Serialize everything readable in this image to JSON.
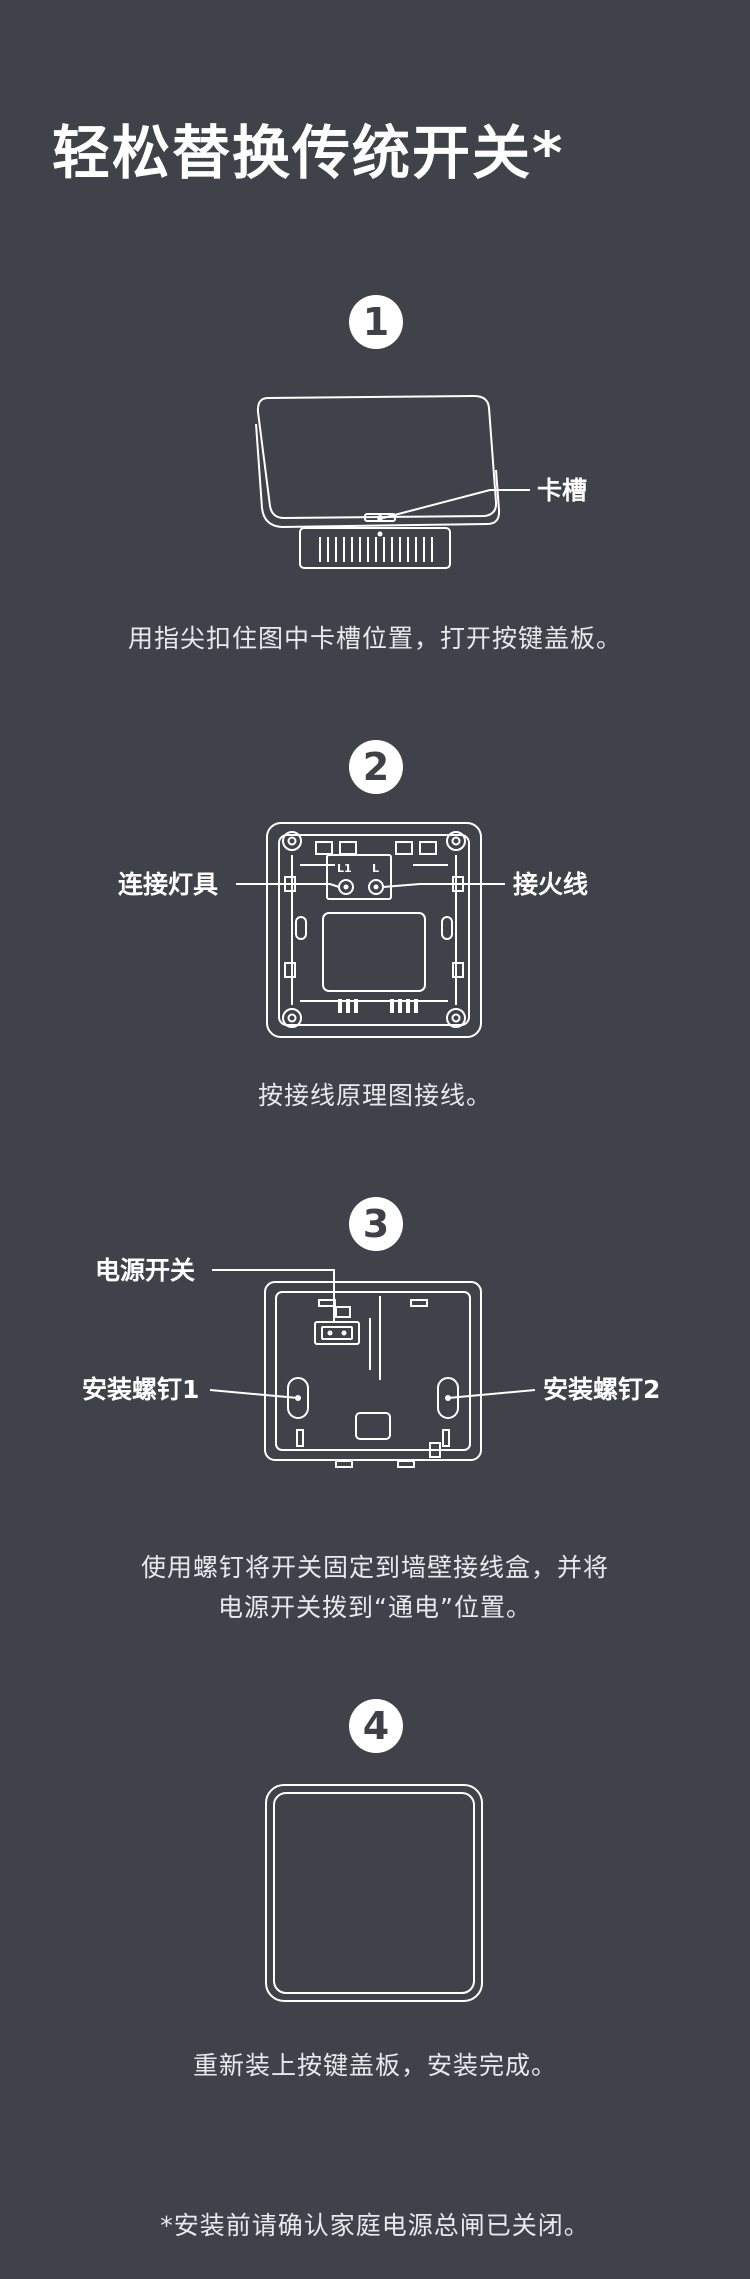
{
  "title": "轻松替换传统开关*",
  "steps": [
    {
      "number": "1",
      "labels": {
        "slot": "卡槽"
      },
      "caption": "用指尖扣住图中卡槽位置，打开按键盖板。"
    },
    {
      "number": "2",
      "labels": {
        "lamp": "连接灯具",
        "live": "接火线",
        "terminal_l1": "L1",
        "terminal_l": "L"
      },
      "caption": "按接线原理图接线。"
    },
    {
      "number": "3",
      "labels": {
        "power_switch": "电源开关",
        "screw1": "安装螺钉1",
        "screw2": "安装螺钉2"
      },
      "caption_line1": "使用螺钉将开关固定到墙壁接线盒，并将",
      "caption_line2": "电源开关拨到“通电”位置。"
    },
    {
      "number": "4",
      "caption": "重新装上按键盖板，安装完成。"
    }
  ],
  "footnote": "*安装前请确认家庭电源总闸已关闭。",
  "colors": {
    "background": "#404249",
    "text": "#ffffff",
    "line": "#ffffff"
  }
}
